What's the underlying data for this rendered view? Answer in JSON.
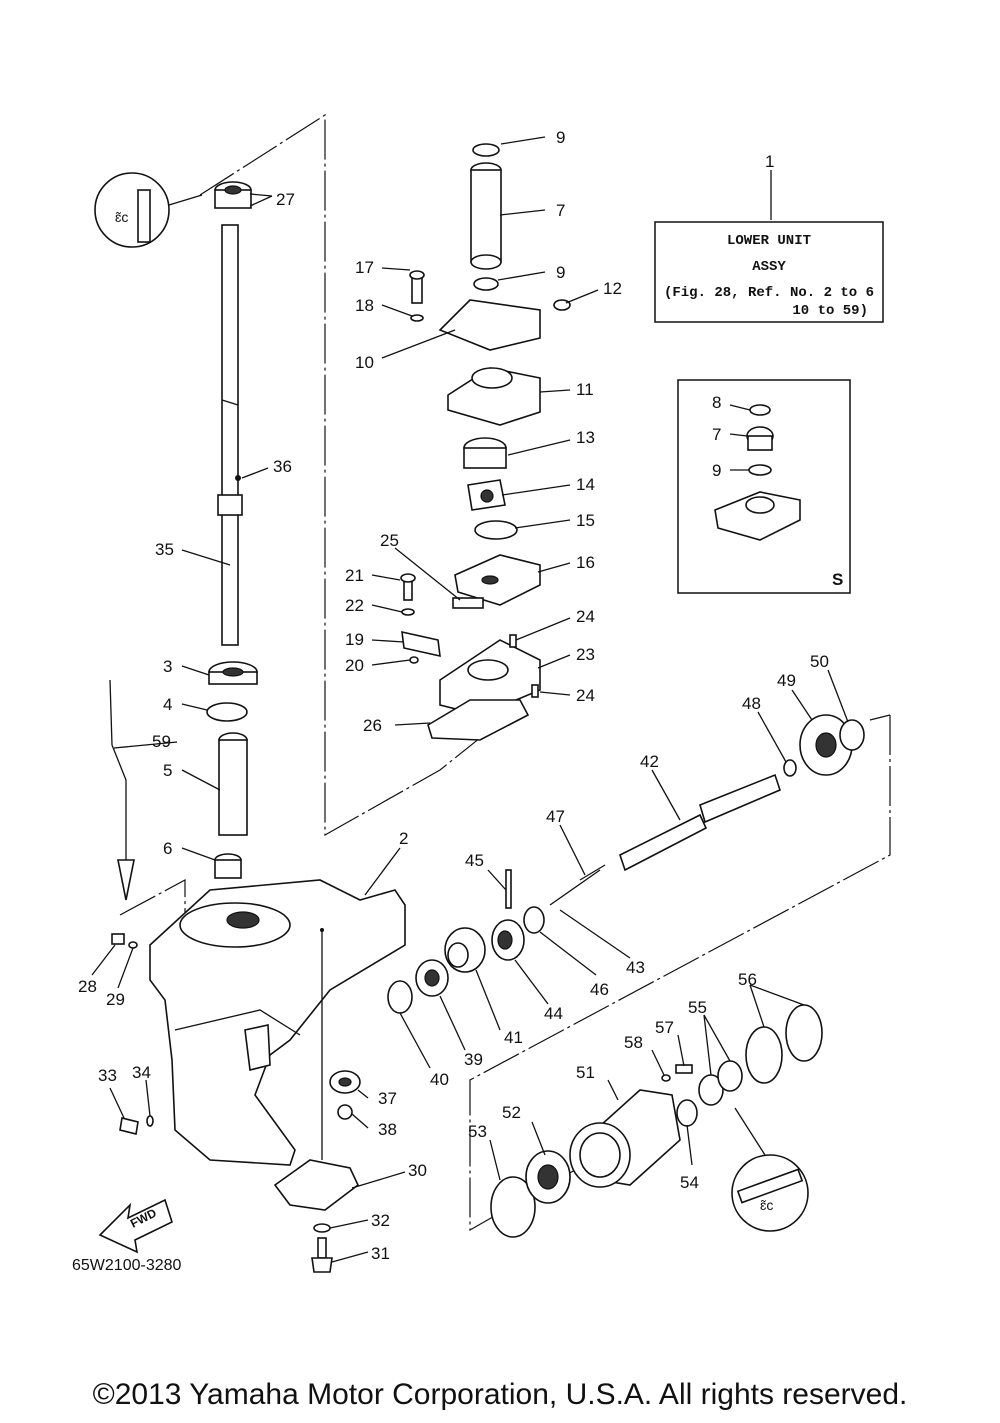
{
  "diagram_code": "65W2100-3280",
  "copyright": "©2013 Yamaha Motor Corporation, U.S.A. All rights reserved.",
  "fwd_label": "FWD",
  "assy_box": {
    "line1": "LOWER UNIT",
    "line2": "ASSY",
    "line3": "(Fig. 28, Ref. No. 2 to 6",
    "line4": "10 to 59)"
  },
  "s_box_label": "S",
  "callouts": {
    "n1": "1",
    "n2": "2",
    "n3": "3",
    "n4": "4",
    "n5": "5",
    "n6": "6",
    "n7": "7",
    "n7b": "7",
    "n8": "8",
    "n9a": "9",
    "n9b": "9",
    "n9c": "9",
    "n10": "10",
    "n11": "11",
    "n12": "12",
    "n13": "13",
    "n14": "14",
    "n15": "15",
    "n16": "16",
    "n17": "17",
    "n18": "18",
    "n19": "19",
    "n20": "20",
    "n21": "21",
    "n22": "22",
    "n23": "23",
    "n24a": "24",
    "n24b": "24",
    "n25": "25",
    "n26": "26",
    "n27": "27",
    "n28": "28",
    "n29": "29",
    "n30": "30",
    "n31": "31",
    "n32": "32",
    "n33": "33",
    "n34": "34",
    "n35": "35",
    "n36": "36",
    "n37": "37",
    "n38": "38",
    "n39": "39",
    "n40": "40",
    "n41": "41",
    "n42": "42",
    "n43": "43",
    "n44": "44",
    "n45": "45",
    "n46": "46",
    "n47": "47",
    "n48": "48",
    "n49": "49",
    "n50": "50",
    "n51": "51",
    "n52": "52",
    "n53": "53",
    "n54": "54",
    "n55": "55",
    "n56": "56",
    "n57": "57",
    "n58": "58",
    "n59": "59"
  }
}
